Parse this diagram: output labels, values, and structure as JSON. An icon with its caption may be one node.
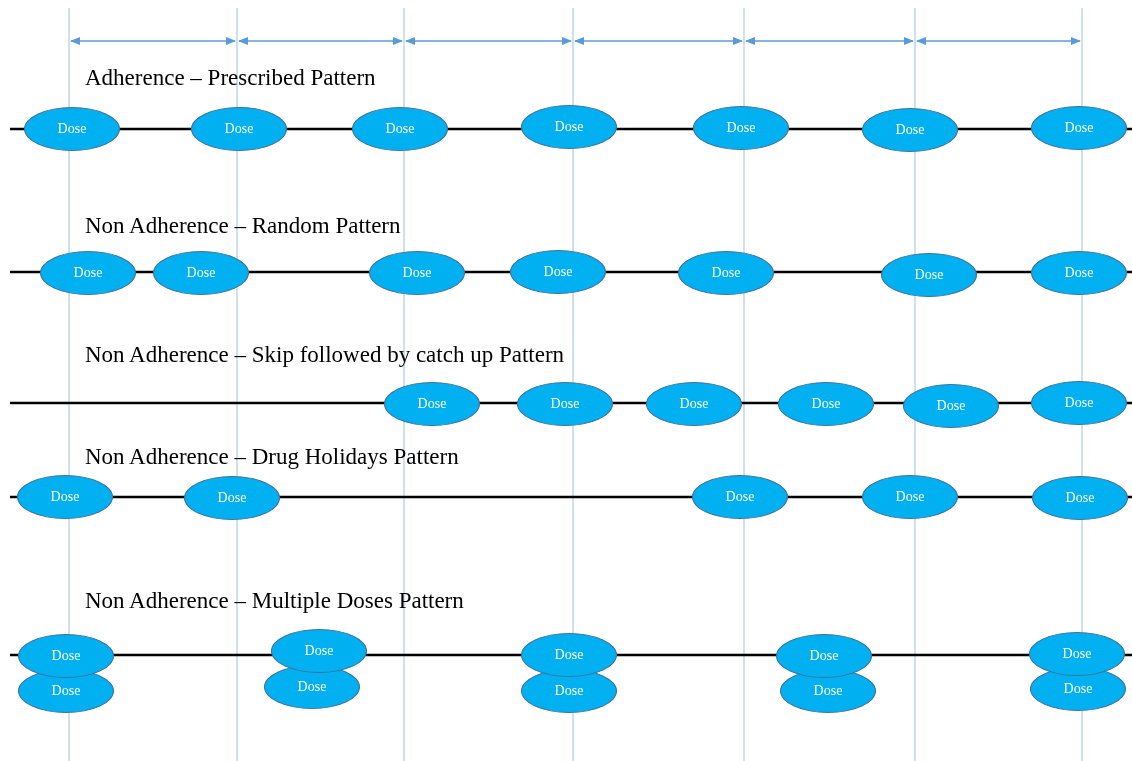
{
  "diagram": {
    "nodes": [
      {
        "text": [
          "Dose"
        ]
      },
      {
        "text": [
          "Dose"
        ]
      },
      {
        "text": [
          "Dose"
        ]
      },
      {
        "text": [
          "Dose"
        ]
      },
      {
        "text": [
          "Dose"
        ]
      },
      {
        "text": [
          "Dose"
        ]
      },
      {
        "text": [
          "Dose"
        ]
      },
      {
        "text": [
          "Dose"
        ]
      },
      {
        "text": [
          "Dose"
        ]
      },
      {
        "text": [
          "Dose"
        ]
      },
      {
        "text": [
          "Dose"
        ]
      },
      {
        "text": [
          "Dose"
        ]
      },
      {
        "text": [
          "Dose"
        ]
      },
      {
        "text": [
          "Dose"
        ]
      },
      {
        "text": [
          "Dose"
        ]
      },
      {
        "text": [
          "Dose"
        ]
      },
      {
        "text": [
          "Dose"
        ]
      },
      {
        "text": [
          "Dose"
        ]
      },
      {
        "text": [
          "Dose"
        ]
      },
      {
        "text": [
          "Dose"
        ]
      },
      {
        "text": [
          "Dose"
        ]
      },
      {
        "text": [
          "Dose"
        ]
      },
      {
        "text": [
          "Dose"
        ]
      },
      {
        "text": [
          "Dose"
        ]
      },
      {
        "text": [
          "Dose"
        ]
      },
      {
        "text": [
          "Dose"
        ]
      },
      {
        "text": [
          "Dose"
        ]
      },
      {
        "text": [
          "Dose"
        ]
      },
      {
        "text": [
          "Dose"
        ]
      },
      {
        "text": [
          "Dose"
        ]
      },
      {
        "text": [
          "Dose"
        ]
      },
      {
        "text": [
          "Dose"
        ]
      },
      {
        "text": [
          "Dose"
        ]
      },
      {
        "text": [
          "Dose"
        ]
      },
      {
        "text": [
          "Dose"
        ]
      }
    ],
    "labels": [
      "Adherence – Prescribed Pattern",
      "Non Adherence – Random Pattern",
      "Non Adherence – Skip followed by catch up Pattern",
      "Non Adherence – Drug Holidays Pattern",
      "Non Adherence – Multiple Doses Pattern"
    ]
  }
}
